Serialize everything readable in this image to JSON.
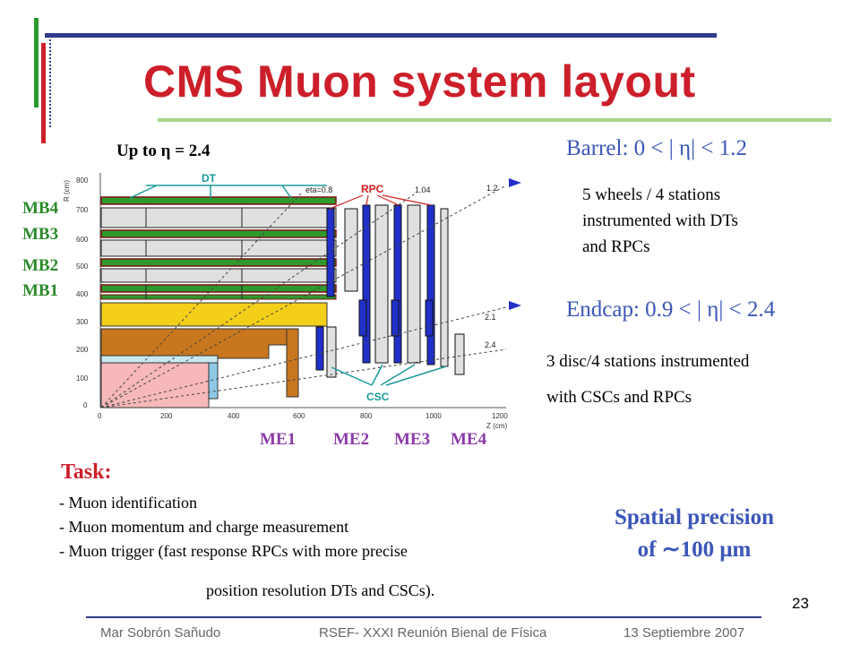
{
  "slide": {
    "title": "CMS Muon system layout",
    "up_to": "Up to η = 2.4",
    "barrel": {
      "heading": "Barrel: 0 < | η| < 1.2",
      "lines": [
        "5 wheels / 4 stations",
        "instrumented with DTs",
        "and RPCs"
      ]
    },
    "endcap": {
      "heading": "Endcap: 0.9 < | η| < 2.4",
      "lines": [
        "3 disc/4 stations instrumented",
        "with CSCs and RPCs"
      ]
    },
    "barrel_stations": [
      "MB4",
      "MB3",
      "MB2",
      "MB1"
    ],
    "endcap_stations": [
      "ME1",
      "ME2",
      "ME3",
      "ME4"
    ],
    "task": {
      "title": "Task:",
      "items": [
        "- Muon identification",
        "- Muon momentum and charge measurement",
        "- Muon trigger (fast response RPCs with more precise",
        "position resolution DTs and CSCs)."
      ]
    },
    "spatial": {
      "line1": "Spatial precision",
      "line2": "of ∼100 μm"
    },
    "page_number": "23"
  },
  "figure": {
    "y_axis_label": "R (cm)",
    "x_axis_label": "Z (cm)",
    "y_ticks": [
      "800",
      "700",
      "600",
      "500",
      "400",
      "300",
      "200",
      "100",
      "0"
    ],
    "x_ticks": [
      "0",
      "200",
      "400",
      "600",
      "800",
      "1000",
      "1200"
    ],
    "labels": {
      "dt": "DT",
      "rpc": "RPC",
      "csc": "CSC",
      "eta_08": "eta=0.8",
      "eta_104": "1.04",
      "eta_12": "1.2",
      "eta_21": "2.1",
      "eta_24": "2.4"
    }
  },
  "footer": {
    "author": "Mar Sobrón Sañudo",
    "event": "RSEF- XXXI Reunión Bienal de Física",
    "date": "13 Septiembre 2007"
  },
  "colors": {
    "title": "#cc1f2a",
    "accent_blue": "#3b56b8",
    "green": "#2a8a2a",
    "purple": "#8a3aa8"
  }
}
